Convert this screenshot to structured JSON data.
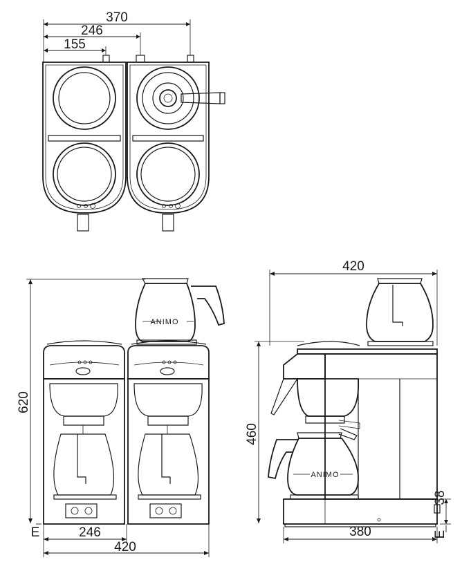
{
  "top_view": {
    "dim_overall": "370",
    "dim_mid": "246",
    "dim_inner": "155"
  },
  "front_view": {
    "dim_height": "620",
    "dim_half_width": "246",
    "dim_width": "420",
    "marker_e": "E",
    "brand_label": "ANIMO"
  },
  "side_view": {
    "dim_width": "420",
    "dim_height": "460",
    "dim_depth": "380",
    "dim_feet": "38",
    "marker_e": "E",
    "brand_label": "ANIMO"
  },
  "colors": {
    "line": "#1a1a1a",
    "background": "#ffffff"
  }
}
